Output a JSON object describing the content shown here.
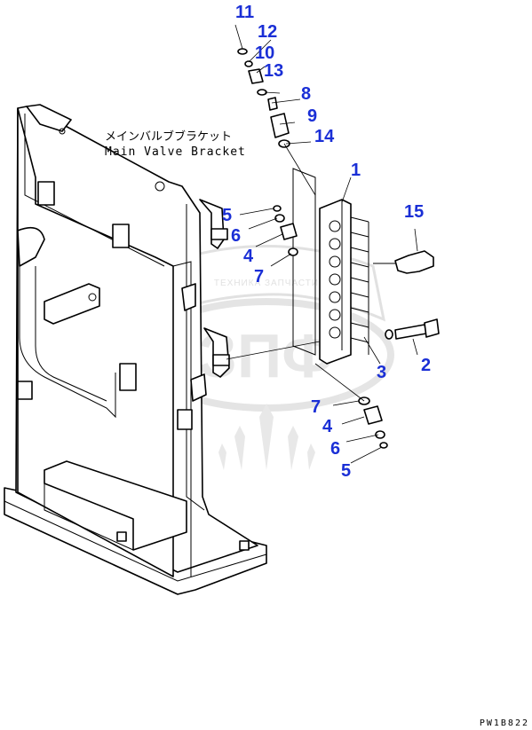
{
  "drawing": {
    "title_jp": "メインバルブブラケット",
    "title_en": "Main Valve Bracket",
    "code": "PW1B822"
  },
  "watermark": {
    "logo_text": "ЗПФ",
    "caption": "ТЕХНИКА ЗАПЧАСТИ"
  },
  "callouts": [
    "11",
    "12",
    "10",
    "13",
    "8",
    "9",
    "14",
    "1",
    "15",
    "5",
    "6",
    "4",
    "7",
    "2",
    "3",
    "7",
    "4",
    "6",
    "5"
  ],
  "colors": {
    "callout": "#1a2fd6",
    "line": "#000000",
    "watermark": "#c9c9c9"
  }
}
